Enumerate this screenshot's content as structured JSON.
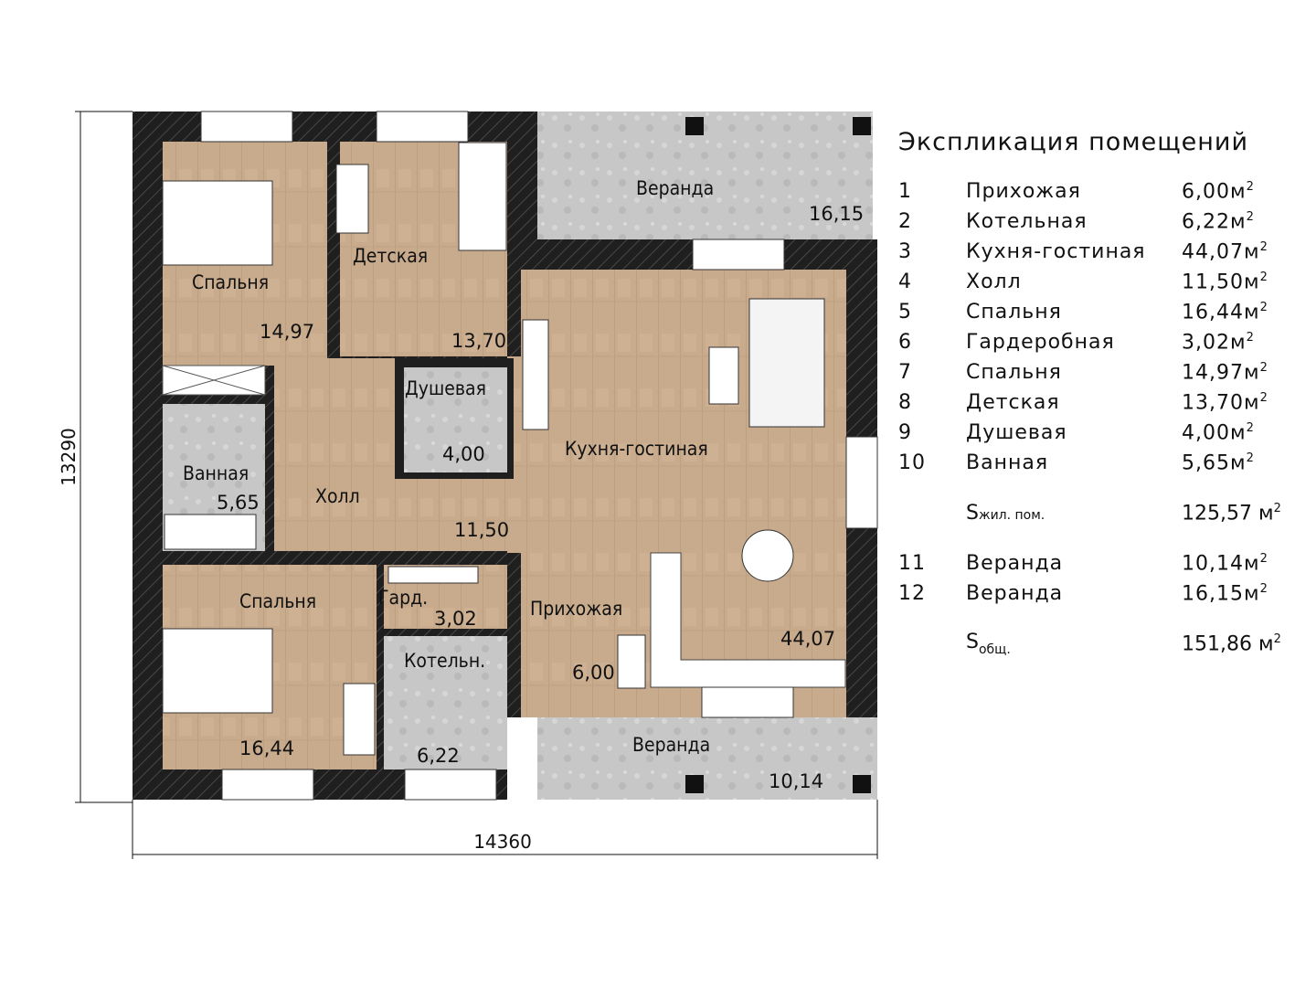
{
  "plan": {
    "rooms": {
      "bedroom_top": {
        "name": "Спальня",
        "area": "14,97"
      },
      "kids": {
        "name": "Детская",
        "area": "13,70"
      },
      "veranda_top": {
        "name": "Веранда",
        "area": "16,15"
      },
      "shower": {
        "name": "Душевая",
        "area": "4,00"
      },
      "bath": {
        "name": "Ванная",
        "area": "5,65"
      },
      "hall": {
        "name": "Холл",
        "area": "11,50"
      },
      "kitchen": {
        "name": "Кухня-гостиная",
        "area": "44,07"
      },
      "bedroom_bottom": {
        "name": "Спальня",
        "area": "16,44"
      },
      "wardrobe": {
        "name": "Гард.",
        "area": "3,02"
      },
      "boiler": {
        "name": "Котельн.",
        "area": "6,22"
      },
      "entry": {
        "name": "Прихожая",
        "area": "6,00"
      },
      "veranda_bottom": {
        "name": "Веранда",
        "area": "10,14"
      }
    },
    "dimensions": {
      "height": "13290",
      "width": "14360"
    }
  },
  "legend": {
    "title": "Экспликация помещений",
    "unit": "м",
    "unit_power": "2",
    "rows": [
      {
        "n": "1",
        "name": "Прихожая",
        "area": "6,00"
      },
      {
        "n": "2",
        "name": "Котельная",
        "area": "6,22"
      },
      {
        "n": "3",
        "name": "Кухня-гостиная",
        "area": "44,07"
      },
      {
        "n": "4",
        "name": "Холл",
        "area": "11,50"
      },
      {
        "n": "5",
        "name": "Спальня",
        "area": "16,44"
      },
      {
        "n": "6",
        "name": "Гардеробная",
        "area": "3,02"
      },
      {
        "n": "7",
        "name": "Спальня",
        "area": "14,97"
      },
      {
        "n": "8",
        "name": "Детская",
        "area": "13,70"
      },
      {
        "n": "9",
        "name": "Душевая",
        "area": "4,00"
      },
      {
        "n": "10",
        "name": "Ванная",
        "area": "5,65"
      }
    ],
    "living_sum": {
      "label": "S",
      "sub": "жил. пом.",
      "value": "125,57 м"
    },
    "rows2": [
      {
        "n": "11",
        "name": "Веранда",
        "area": "10,14"
      },
      {
        "n": "12",
        "name": "Веранда",
        "area": "16,15"
      }
    ],
    "total_sum": {
      "label": "S",
      "sub": "общ.",
      "value": "151,86 м"
    }
  },
  "colors": {
    "wall": "#1f1f1f",
    "wood": "#c8ab8c",
    "tile": "#c9c9c9",
    "veranda": "#c6c6c6"
  }
}
